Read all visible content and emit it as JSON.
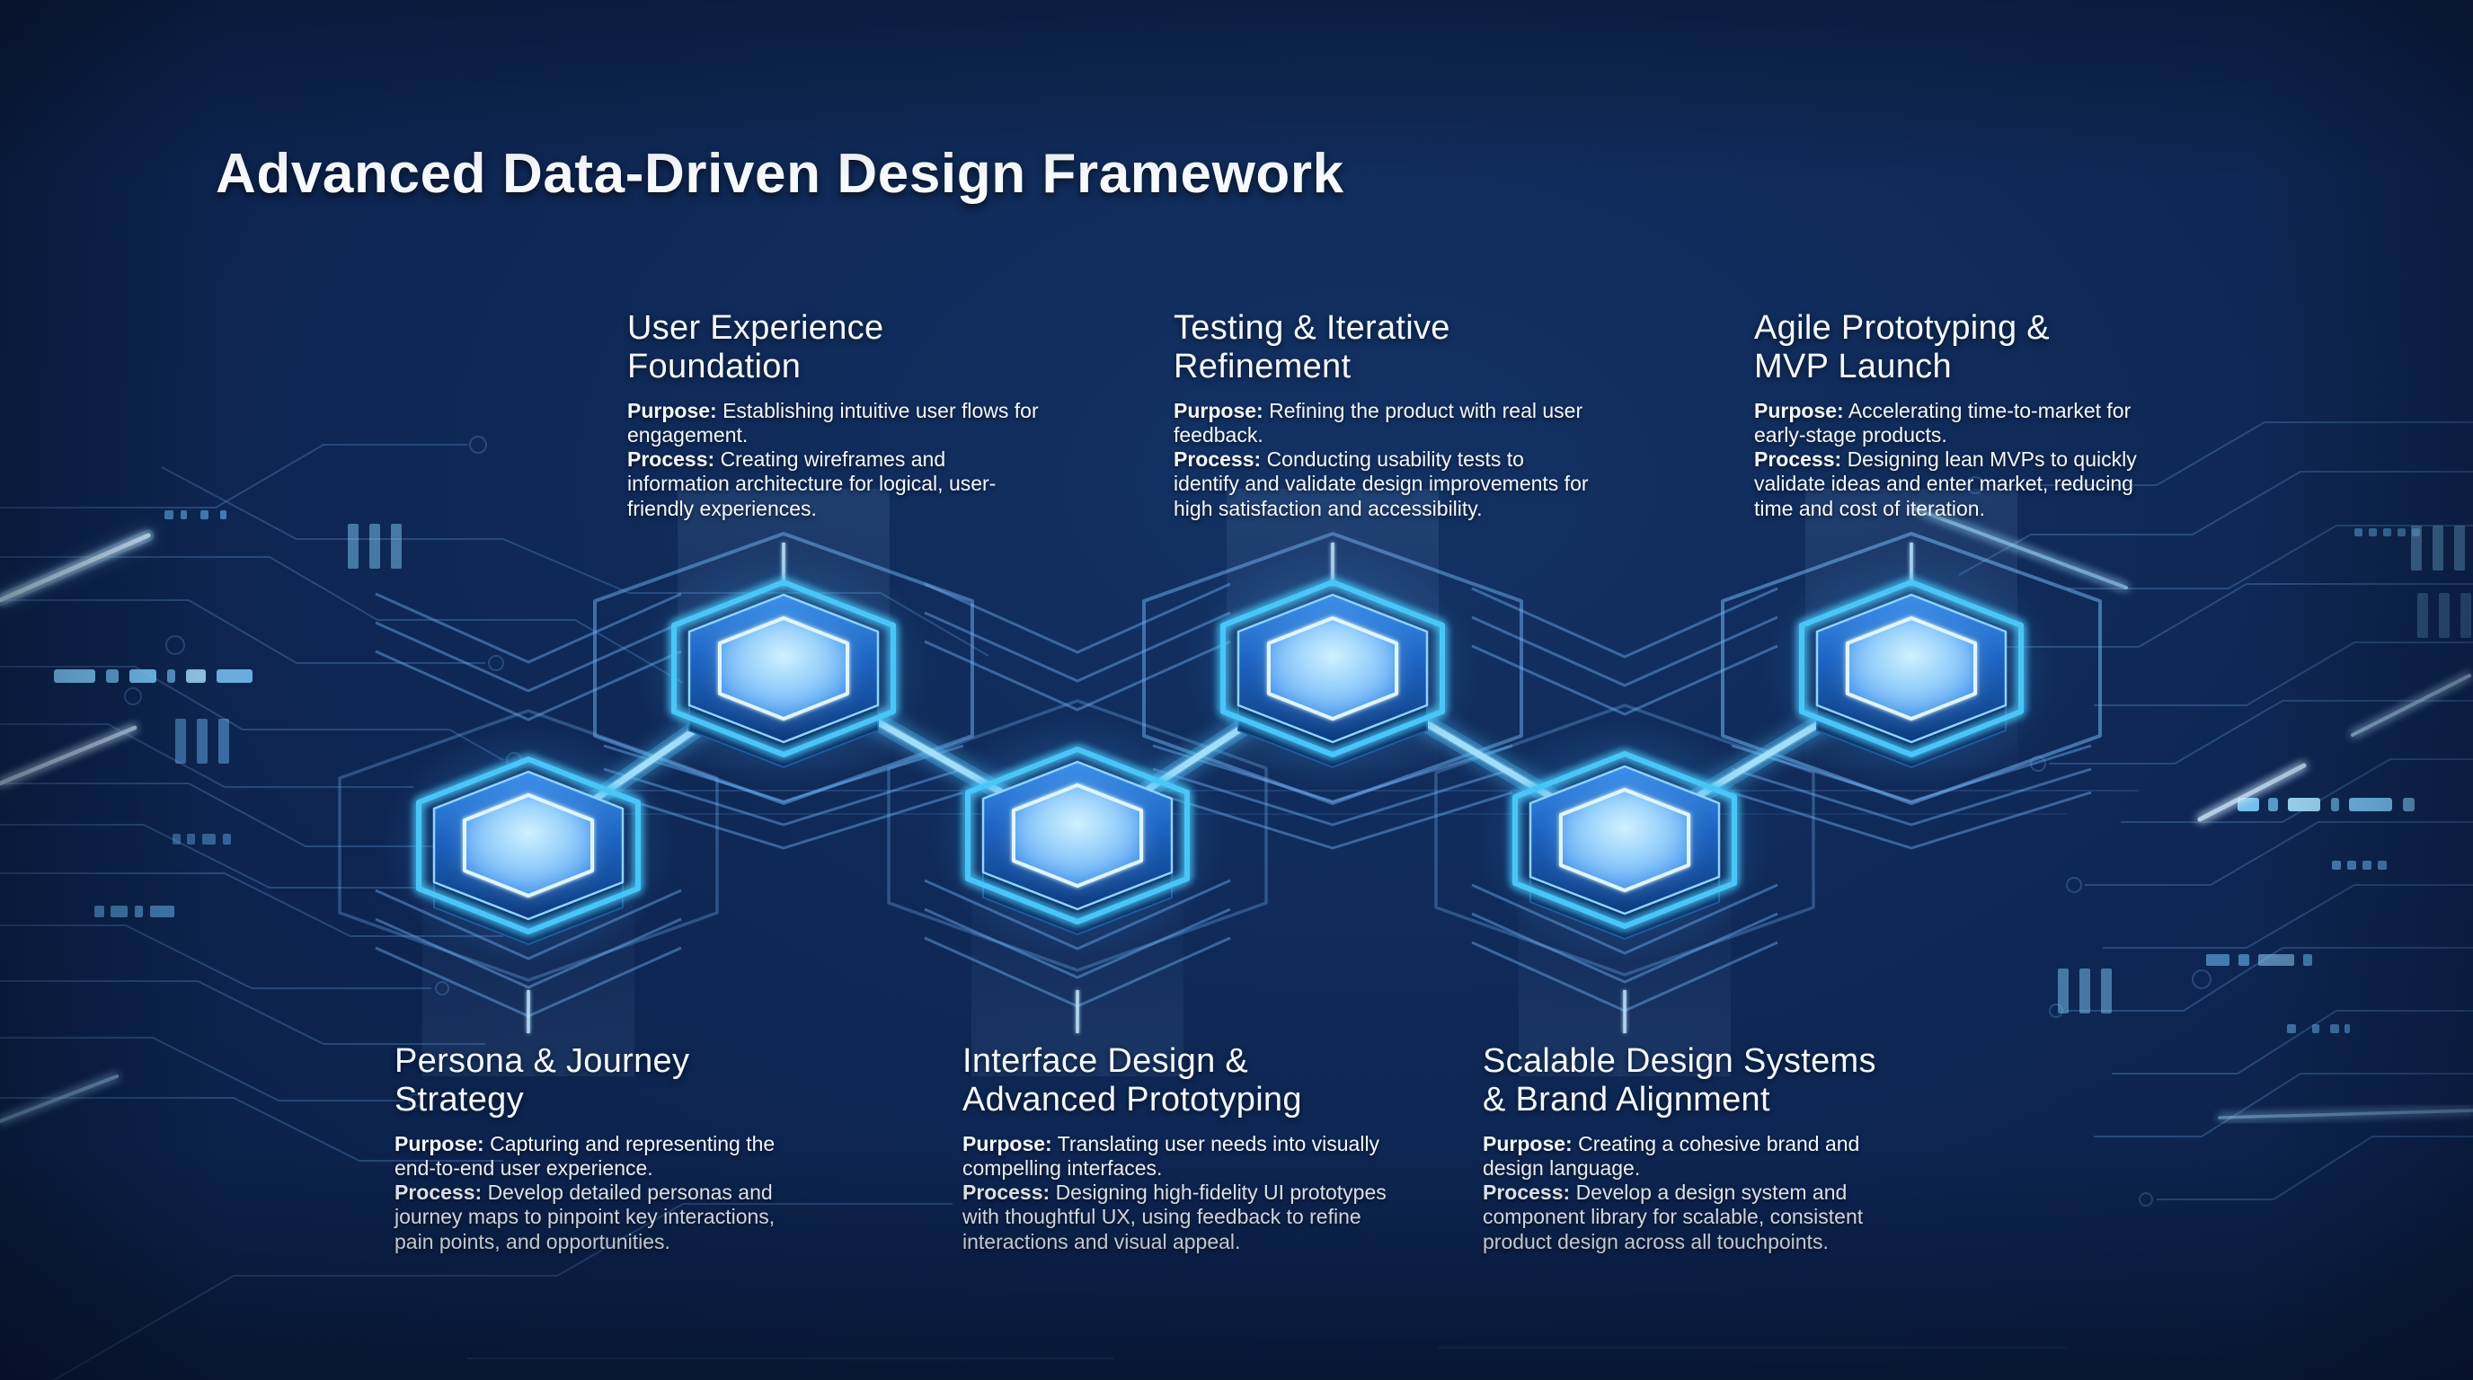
{
  "title": "Advanced Data-Driven Design Framework",
  "palette": {
    "background_deep": "#071631",
    "background_mid": "#0d2450",
    "accent_glow": "#54c8ff",
    "hexagon_ring": "#3fc6f7",
    "hexagon_body": "#1d64c2",
    "hexagon_core": "#a5e0ff",
    "beam": "#a8e4ff",
    "circuit_line": "#5f9fde",
    "text": "#f3f8ff"
  },
  "steps": [
    {
      "name": "Persona & Journey Strategy",
      "hex_position": "bottom",
      "heading_line1": "Persona & Journey",
      "heading_line2": "Strategy",
      "purpose_label": "Purpose:",
      "purpose": "Capturing and representing the end-to-end user experience.",
      "process_label": "Process:",
      "process": "Develop detailed personas and journey maps to pinpoint key interactions, pain points, and opportunities."
    },
    {
      "name": "User Experience Foundation",
      "hex_position": "top",
      "heading_line1": "User Experience",
      "heading_line2": "Foundation",
      "purpose_label": "Purpose:",
      "purpose": "Establishing intuitive user flows for engagement.",
      "process_label": "Process:",
      "process": "Creating wireframes and information architecture for logical, user-friendly experiences."
    },
    {
      "name": "Interface Design & Advanced Prototyping",
      "hex_position": "bottom",
      "heading_line1": "Interface Design &",
      "heading_line2": "Advanced Prototyping",
      "purpose_label": "Purpose:",
      "purpose": "Translating user needs into visually compelling interfaces.",
      "process_label": "Process:",
      "process": "Designing high-fidelity UI prototypes with thoughtful UX, using feedback to refine interactions and visual appeal."
    },
    {
      "name": "Testing & Iterative Refinement",
      "hex_position": "top",
      "heading_line1": "Testing & Iterative",
      "heading_line2": "Refinement",
      "purpose_label": "Purpose:",
      "purpose": "Refining the product with real user feedback.",
      "process_label": "Process:",
      "process": "Conducting usability tests to identify and validate design improvements for high satisfaction and accessibility."
    },
    {
      "name": "Scalable Design Systems & Brand Alignment",
      "hex_position": "bottom",
      "heading_line1": "Scalable Design Systems",
      "heading_line2": "& Brand Alignment",
      "purpose_label": "Purpose:",
      "purpose": "Creating a cohesive brand and design language.",
      "process_label": "Process:",
      "process": "Develop a design system and component library for scalable, consistent product design across all touchpoints."
    },
    {
      "name": "Agile Prototyping & MVP Launch",
      "hex_position": "top",
      "heading_line1": "Agile Prototyping &",
      "heading_line2": "MVP Launch",
      "purpose_label": "Purpose:",
      "purpose": "Accelerating time-to-market for early-stage products.",
      "process_label": "Process:",
      "process": "Designing lean MVPs to quickly validate ideas and enter market, reducing time and cost of iteration."
    }
  ]
}
